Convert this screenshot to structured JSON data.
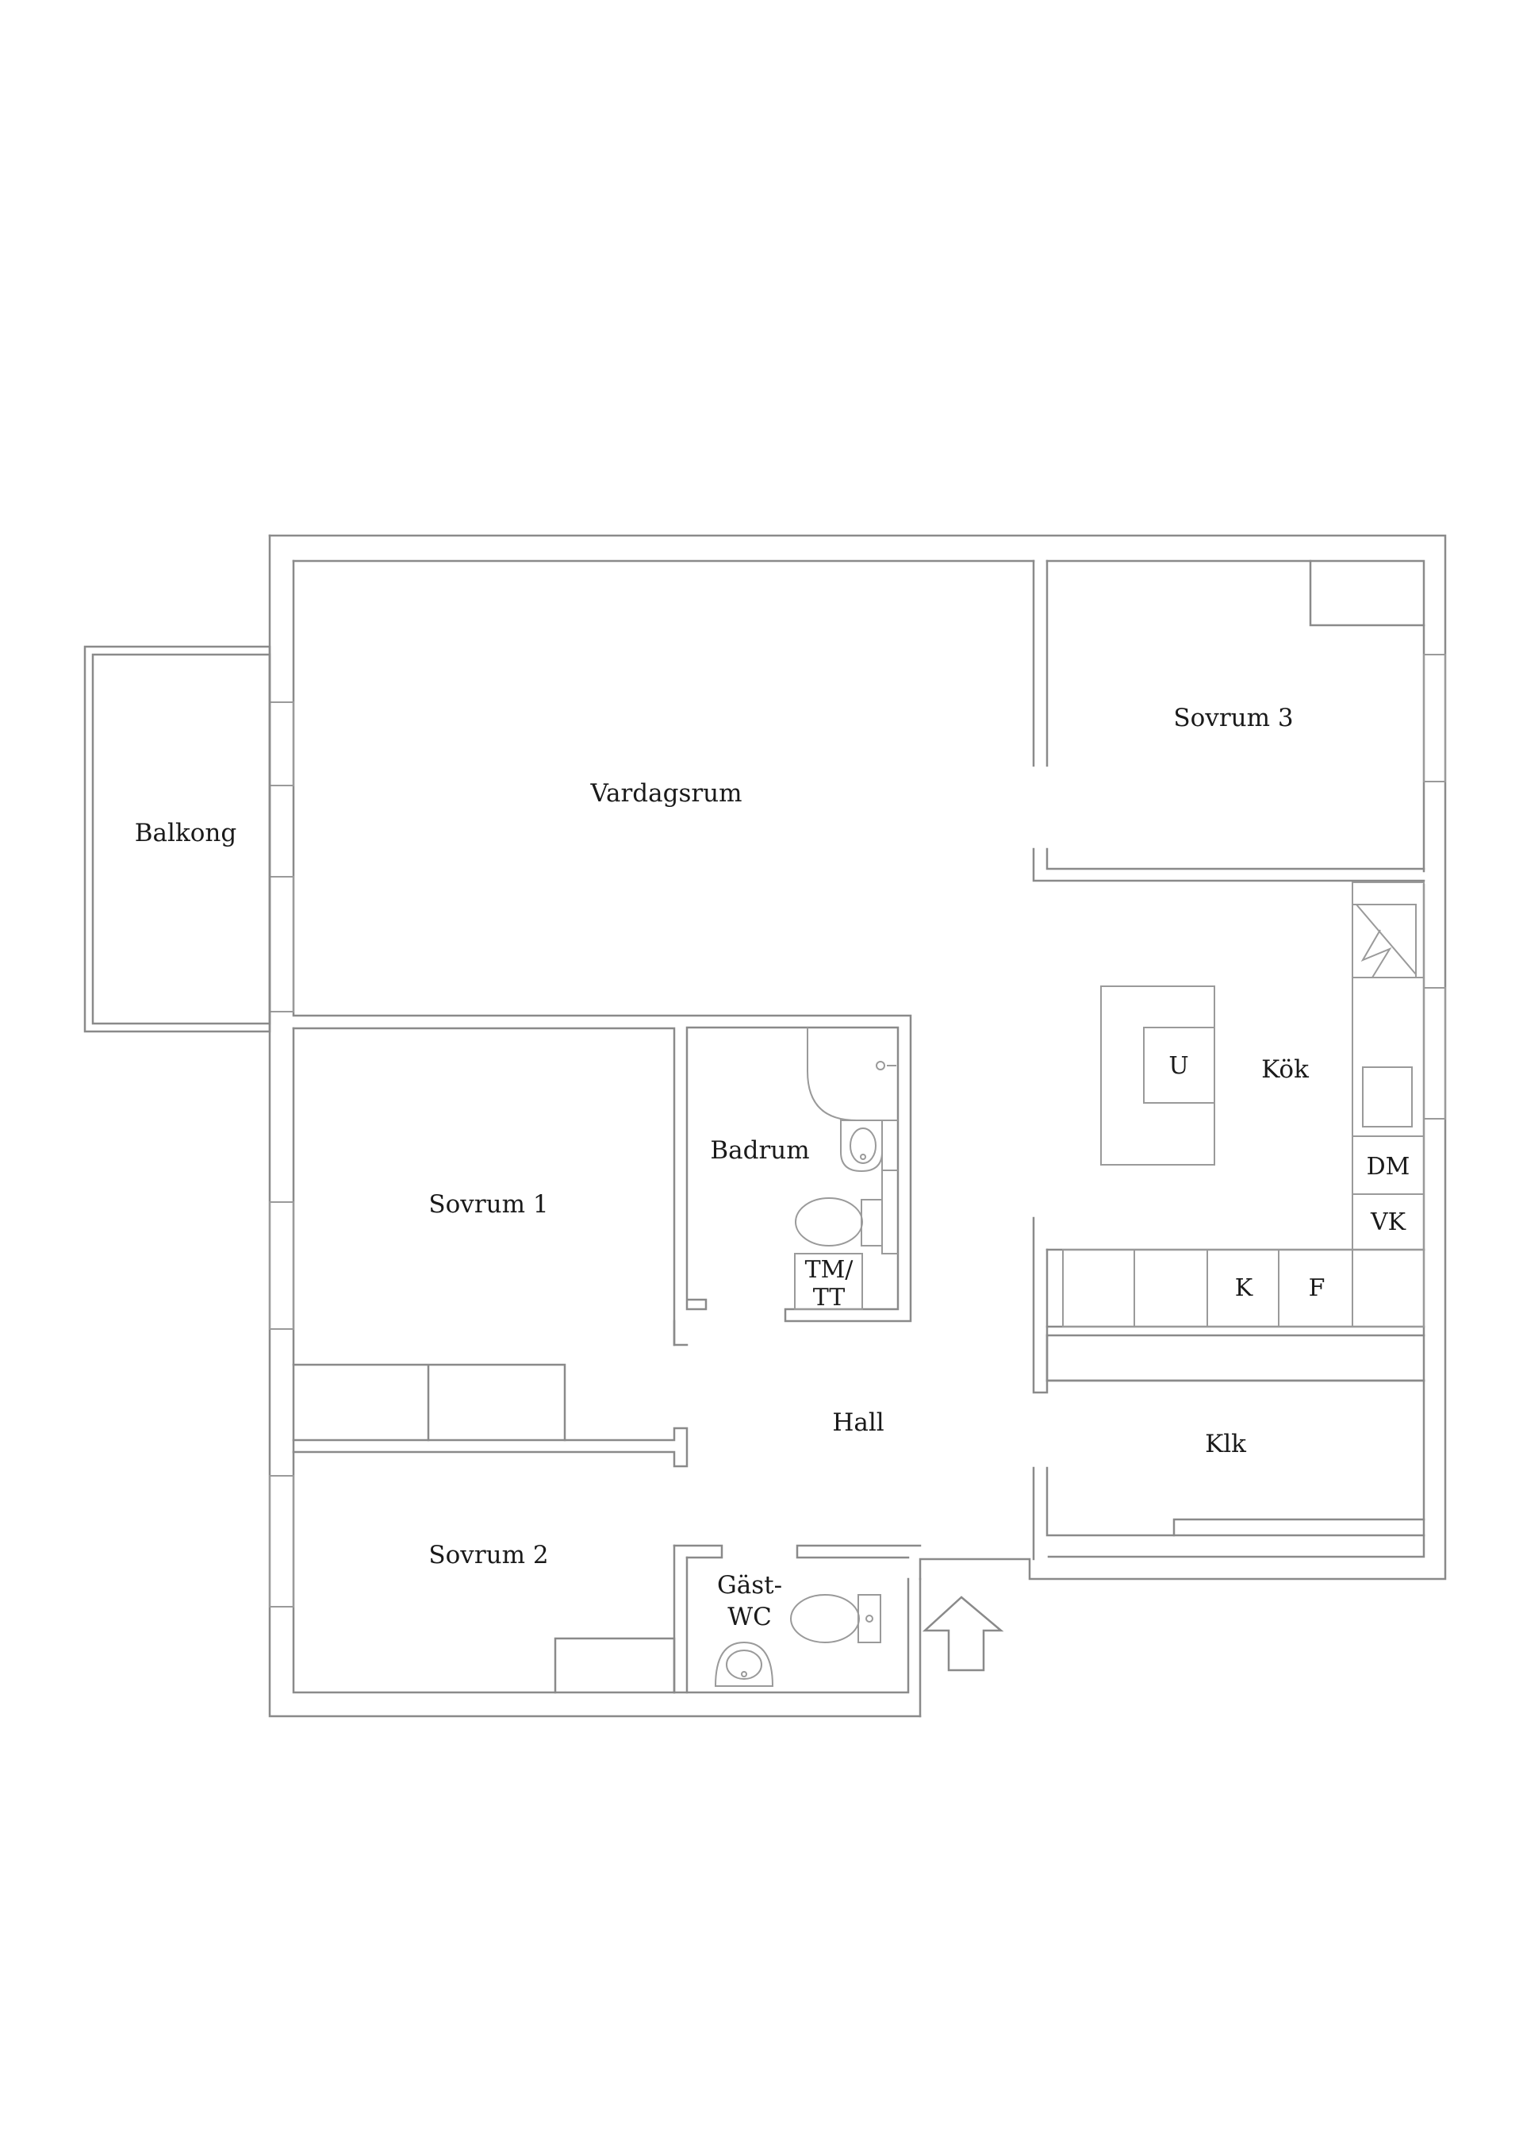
{
  "rooms": {
    "balkong": "Balkong",
    "vardagsrum": "Vardagsrum",
    "sovrum3": "Sovrum 3",
    "kok": "Kök",
    "badrum": "Badrum",
    "sovrum1": "Sovrum 1",
    "hall": "Hall",
    "klk": "Klk",
    "sovrum2": "Sovrum 2",
    "gastwc_line1": "Gäst-",
    "gastwc_line2": "WC"
  },
  "fixtures": {
    "u": "U",
    "dm": "DM",
    "vk": "VK",
    "k": "K",
    "f": "F",
    "tmtt_line1": "TM/",
    "tmtt_line2": "TT"
  },
  "icons": {
    "entrance": "entrance-arrow-icon",
    "stove": "stove-icon",
    "toilet": "toilet-icon",
    "sink": "sink-icon",
    "shower": "shower-icon",
    "chimney": "chimney-icon"
  }
}
